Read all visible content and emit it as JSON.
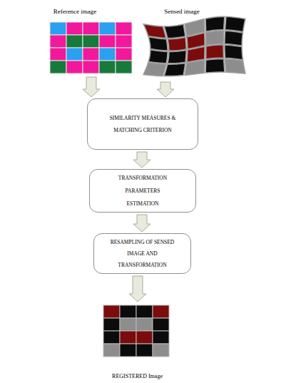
{
  "diagram": {
    "nodes": [
      {
        "text": [
          "Reference image"
        ]
      },
      {
        "text": [
          "Sensed image"
        ]
      },
      {
        "text": [
          "SIMILARITY MEASURES & MATCHING CRITERION"
        ]
      },
      {
        "text": [
          "TRANSFORMATION PARAMETERS ESTIMATION"
        ]
      },
      {
        "text": [
          "RESAMPLING OF SENSED IMAGE AND TRANSFORMATION"
        ]
      },
      {
        "text": [
          "REGISTERED Image"
        ]
      }
    ],
    "edges": [
      {
        "from": 0,
        "to": 2,
        "arrow": "to"
      },
      {
        "from": 1,
        "to": 2,
        "arrow": "to"
      },
      {
        "from": 2,
        "to": 3,
        "arrow": "to"
      },
      {
        "from": 3,
        "to": 4,
        "arrow": "to"
      },
      {
        "from": 4,
        "to": 5,
        "arrow": "to"
      }
    ]
  }
}
